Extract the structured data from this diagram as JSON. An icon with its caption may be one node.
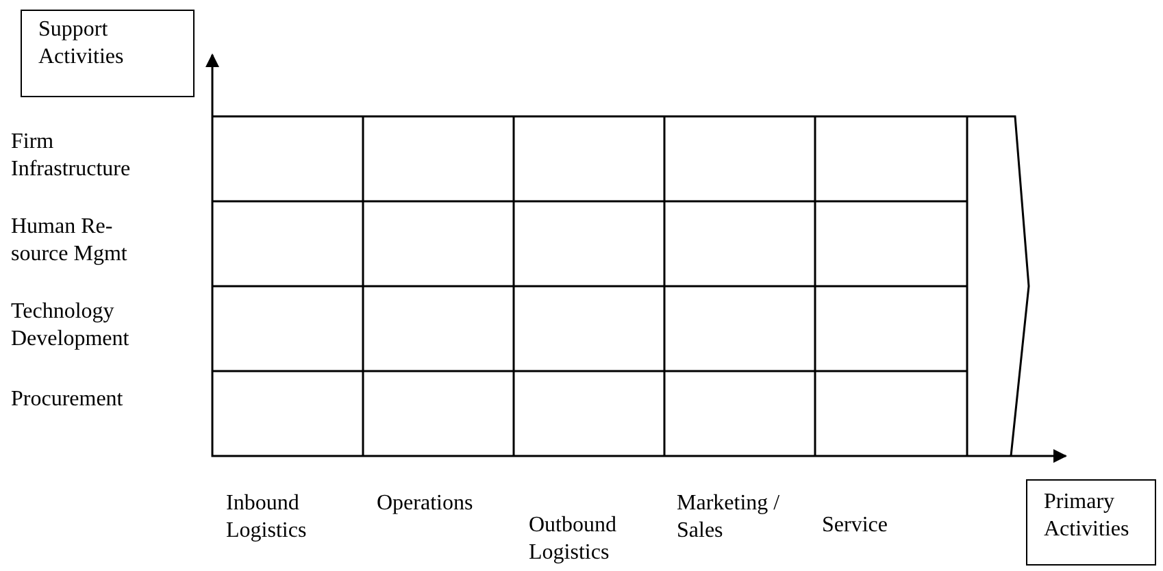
{
  "diagram": {
    "nodes": [
      {
        "text": [
          "Support Activities"
        ]
      },
      {
        "text": [
          "Primary Activities"
        ]
      }
    ],
    "edges": [
      {
        "from": 0,
        "to": 1,
        "arrow": "both"
      }
    ],
    "labels": [
      "Firm Infrastructure",
      "Human Re- source Mgmt",
      "Technology Development",
      "Procurement",
      "Inbound Logistics",
      "Operations",
      "Outbound Logistics",
      "Marketing / Sales",
      "Service"
    ]
  }
}
